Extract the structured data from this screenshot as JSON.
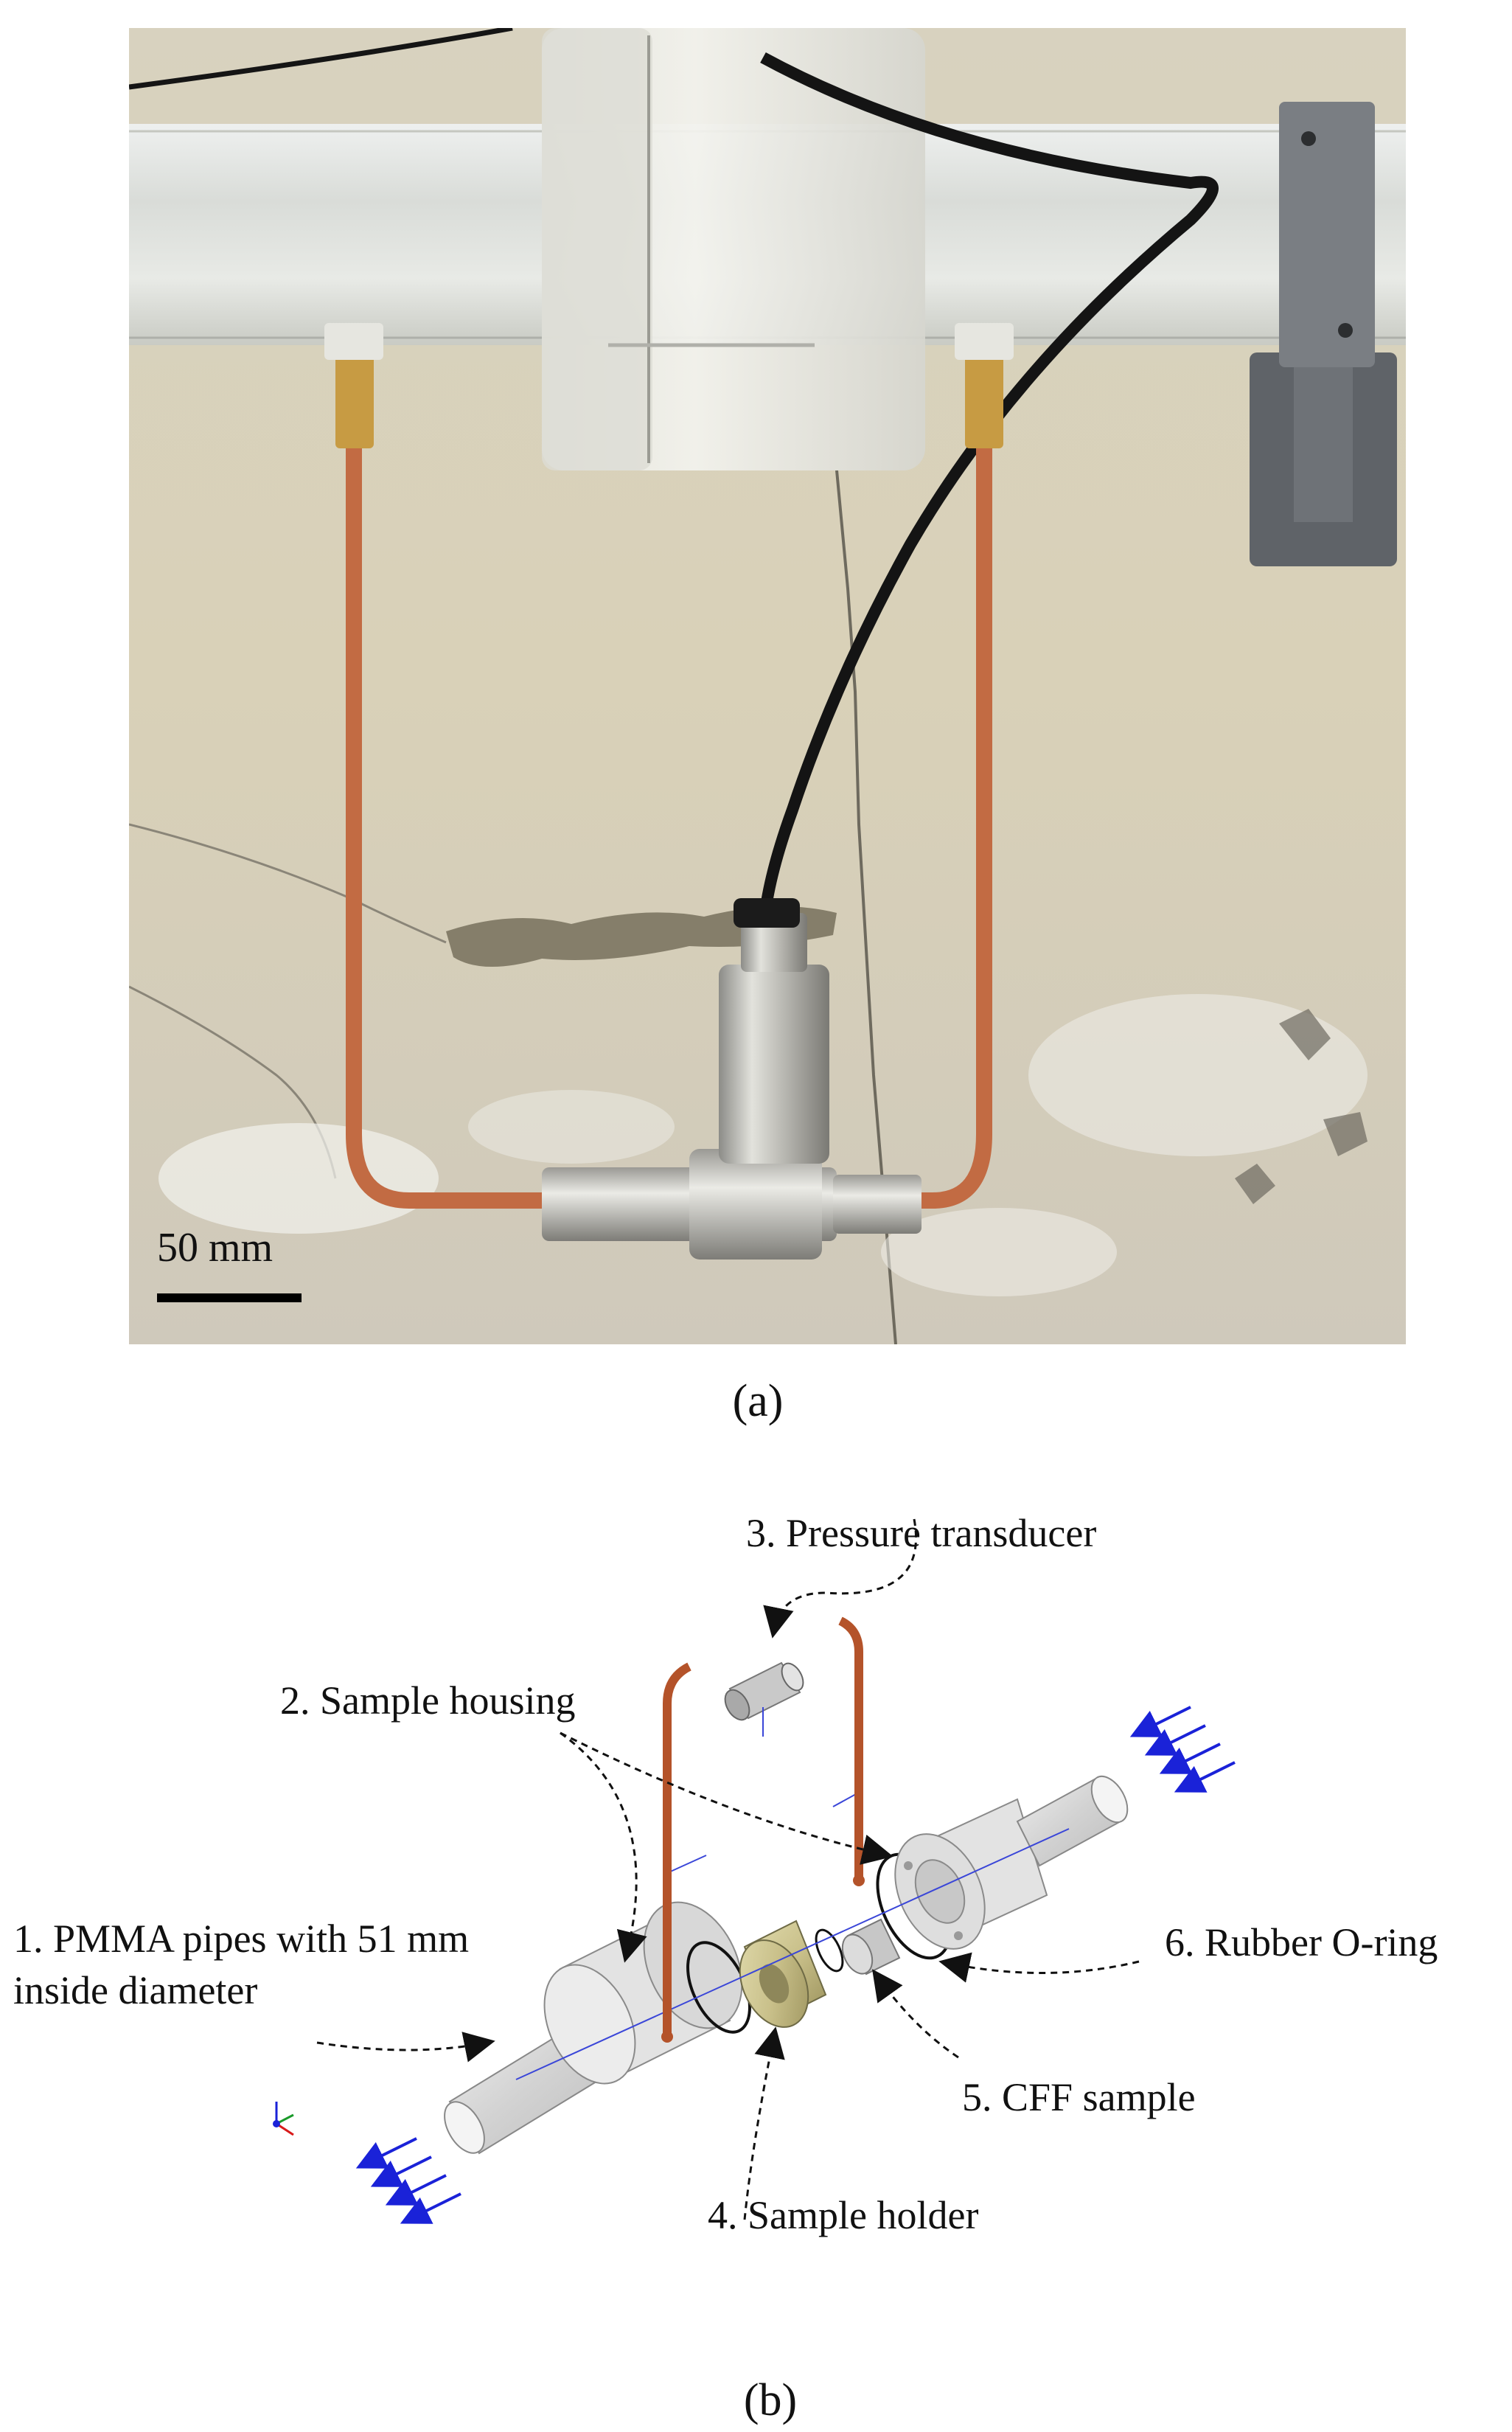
{
  "panel_a": {
    "caption": "(a)",
    "scale_bar_label": "50 mm"
  },
  "panel_b": {
    "caption": "(b)",
    "labels": {
      "pmma_line1": "1. PMMA pipes with 51 mm",
      "pmma_line2": "inside diameter",
      "housing": "2. Sample housing",
      "transducer": "3. Pressure transducer",
      "holder": "4. Sample holder",
      "cff": "5. CFF sample",
      "oring": "6. Rubber O-ring"
    },
    "colors": {
      "copper": "#b4532a",
      "flow_arrow": "#1a22d8",
      "holder_brass": "#c9c08a"
    }
  }
}
